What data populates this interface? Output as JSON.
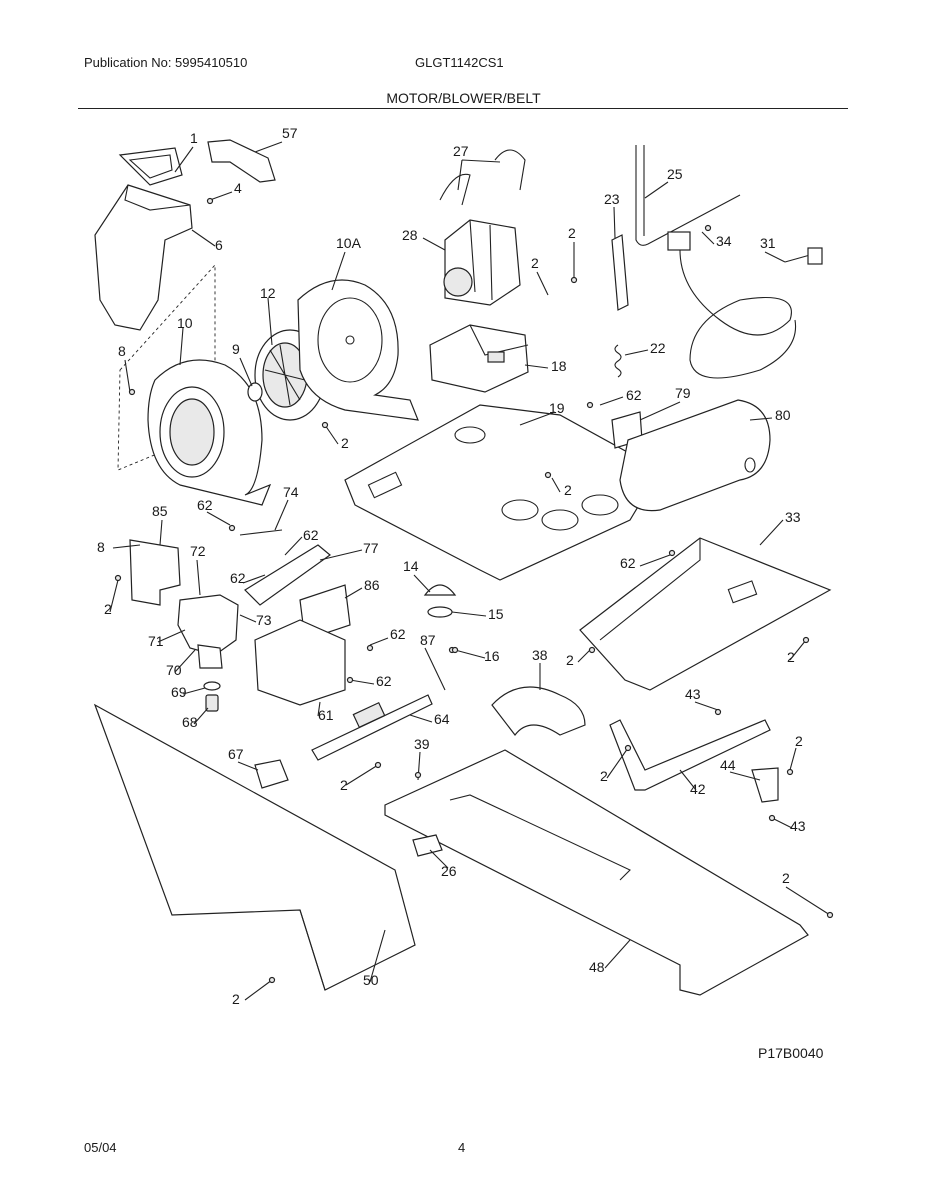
{
  "header": {
    "publication": "Publication No: 5995410510",
    "model": "GLGT1142CS1",
    "section": "MOTOR/BLOWER/BELT"
  },
  "footer": {
    "drawing_code": "P17B0040",
    "date": "05/04",
    "page": "4"
  },
  "callouts": [
    "1",
    "57",
    "4",
    "6",
    "10A",
    "12",
    "10",
    "8",
    "9",
    "2",
    "27",
    "28",
    "2",
    "2",
    "25",
    "23",
    "34",
    "31",
    "22",
    "18",
    "62",
    "79",
    "80",
    "19",
    "2",
    "85",
    "62",
    "74",
    "62",
    "8",
    "72",
    "77",
    "62",
    "86",
    "14",
    "2",
    "73",
    "71",
    "62",
    "87",
    "70",
    "15",
    "16",
    "62",
    "69",
    "68",
    "61",
    "64",
    "67",
    "2",
    "39",
    "38",
    "33",
    "62",
    "2",
    "2",
    "43",
    "2",
    "2",
    "42",
    "44",
    "43",
    "26",
    "2",
    "48",
    "2",
    "50"
  ]
}
